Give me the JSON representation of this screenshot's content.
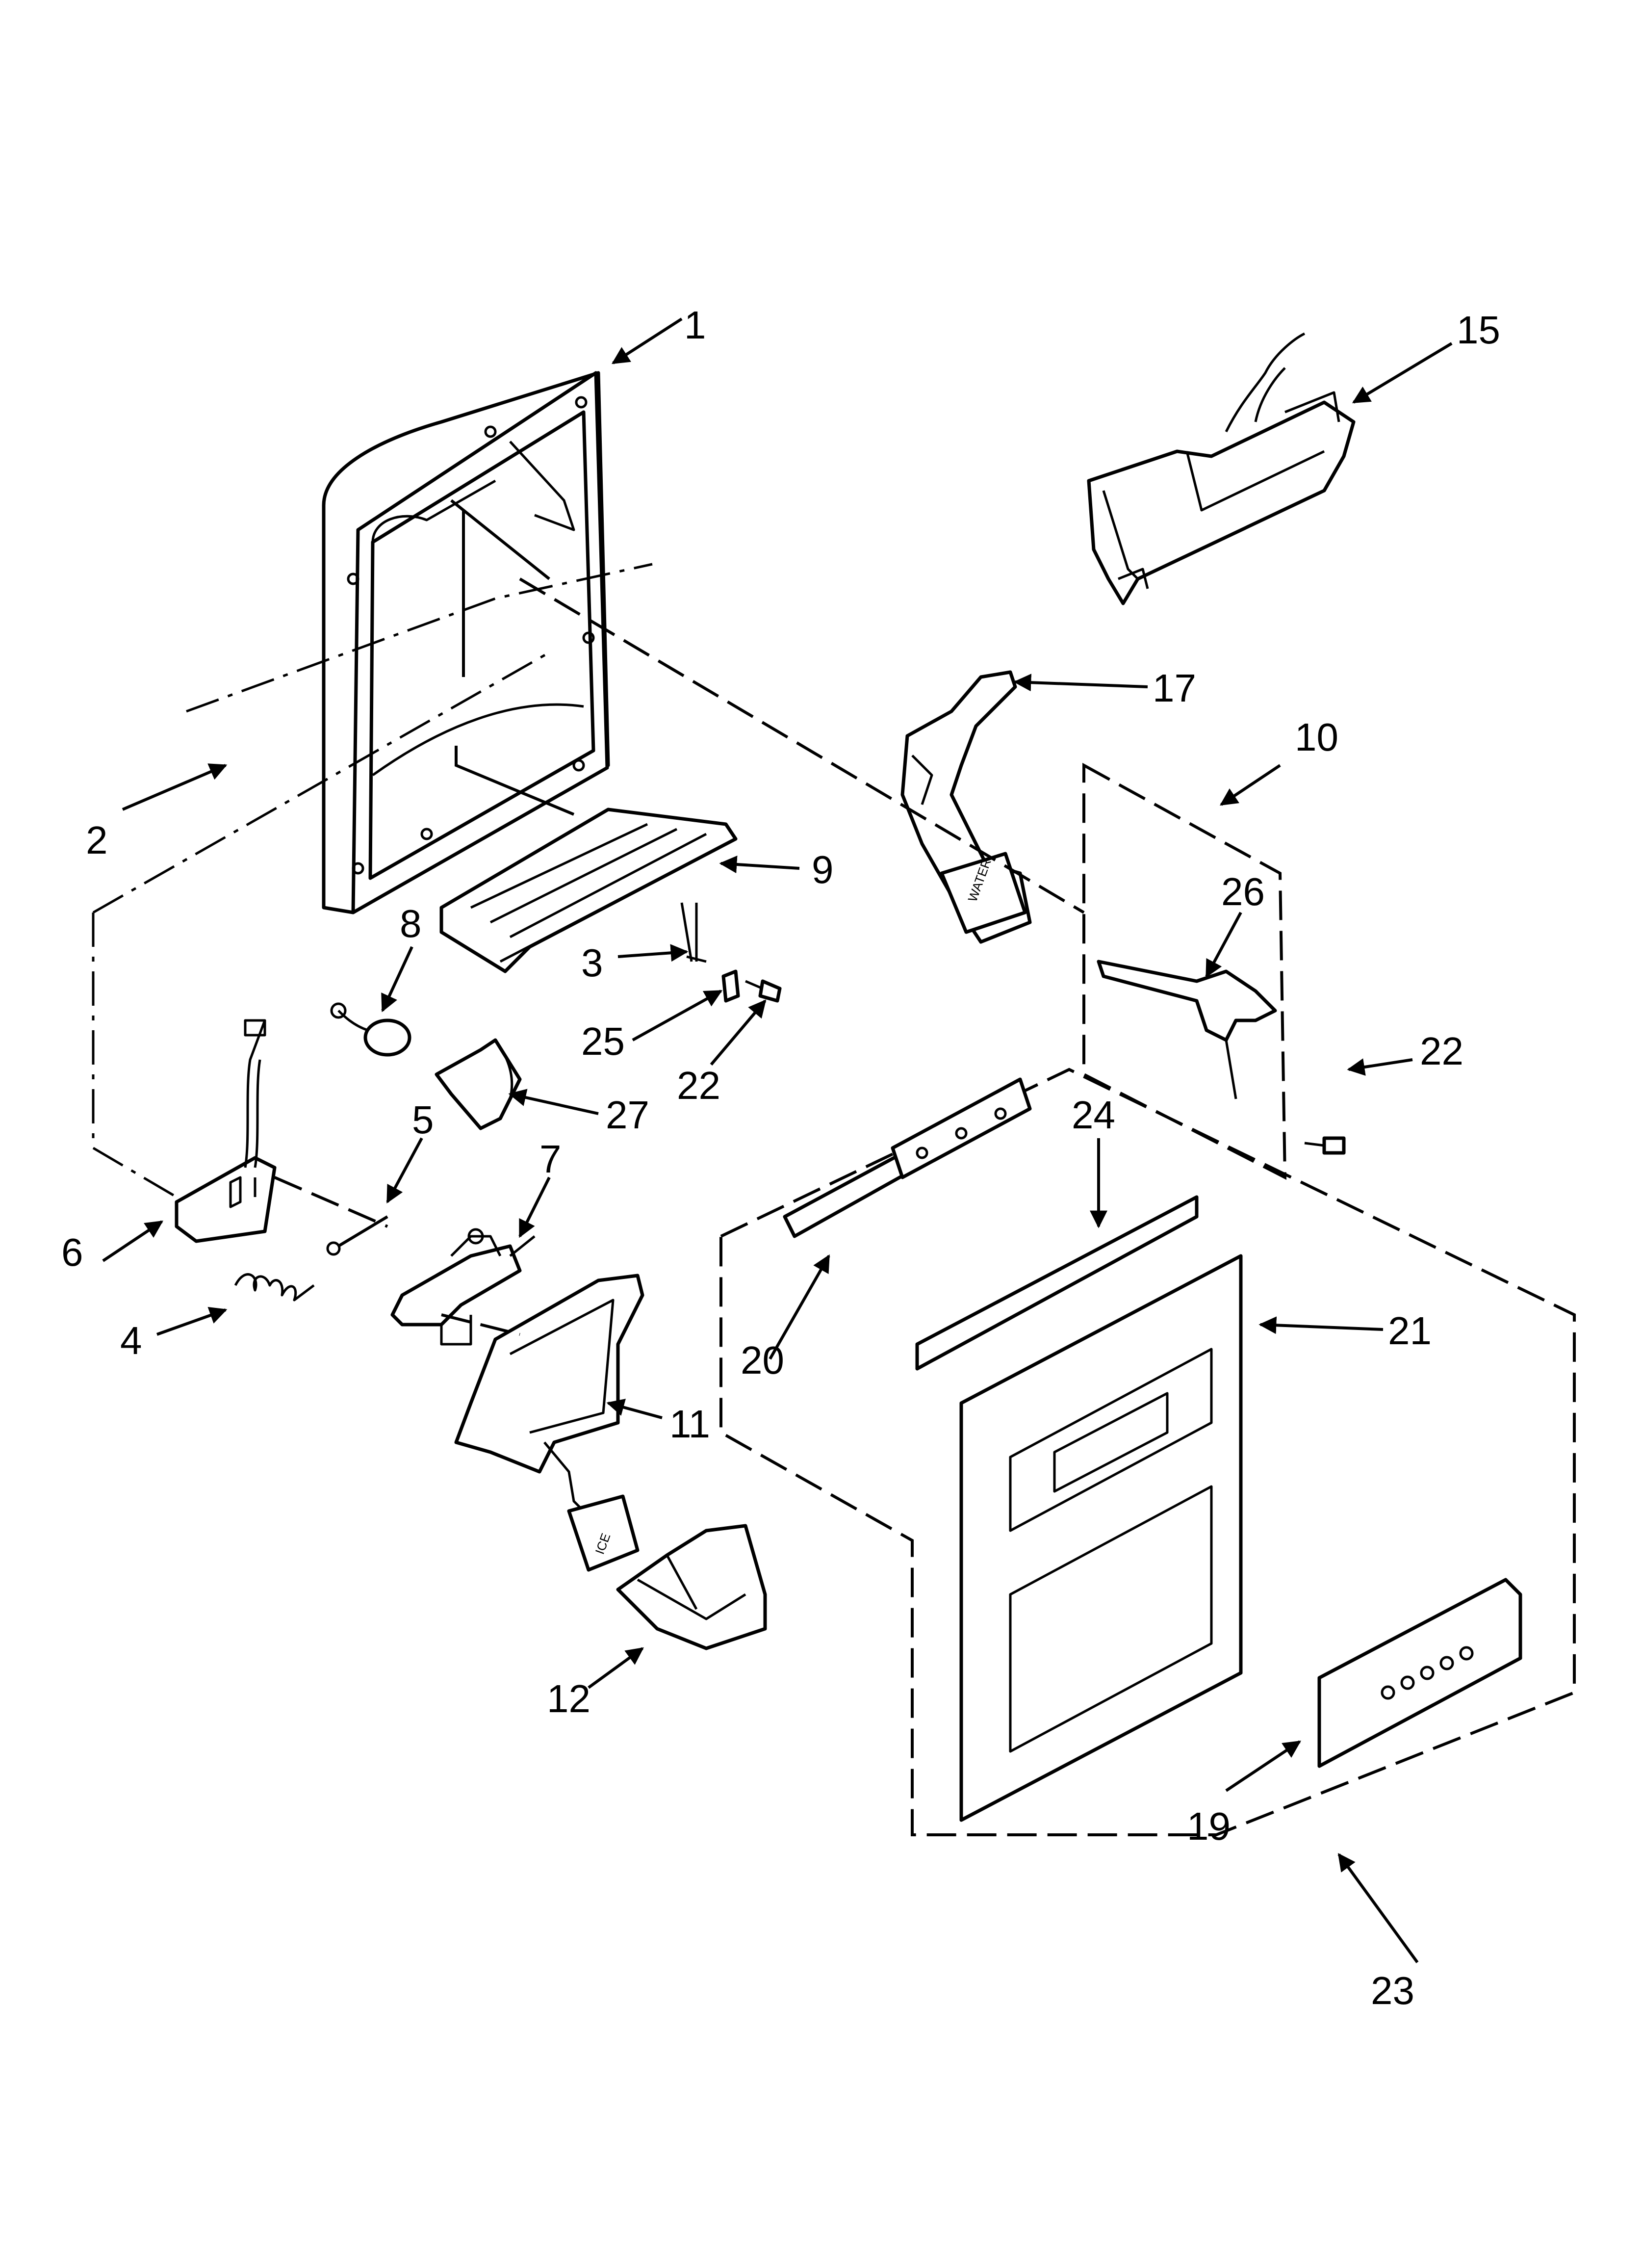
{
  "diagram": {
    "callouts": {
      "c1": "1",
      "c2": "2",
      "c3": "3",
      "c4": "4",
      "c5": "5",
      "c6": "6",
      "c7": "7",
      "c8": "8",
      "c9": "9",
      "c10": "10",
      "c11": "11",
      "c12": "12",
      "c15": "15",
      "c17": "17",
      "c19": "19",
      "c20": "20",
      "c21": "21",
      "c22a": "22",
      "c22b": "22",
      "c23": "23",
      "c24": "24",
      "c25": "25",
      "c26": "26",
      "c27": "27"
    },
    "part_labels": {
      "water_paddle": "WATER",
      "ice_paddle": "ICE"
    }
  }
}
